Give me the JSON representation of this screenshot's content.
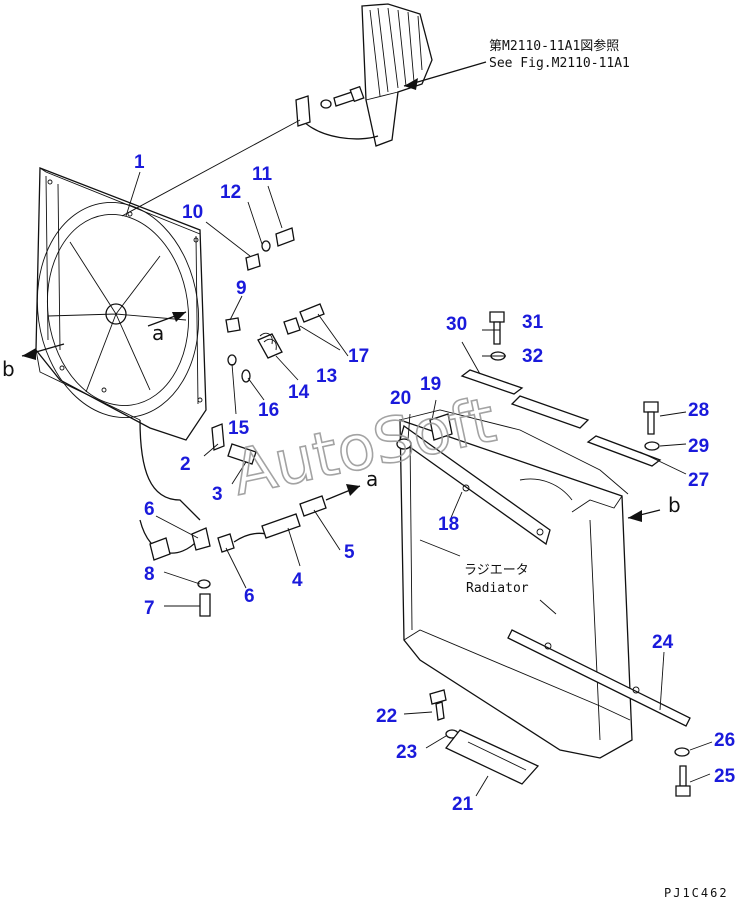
{
  "notes": {
    "ref_jp": "第M2110-11A1図参照",
    "ref_en": "See Fig.M2110-11A1",
    "radiator_jp": "ラジエータ",
    "radiator_en": "Radiator",
    "figure_code": "PJ1C462"
  },
  "watermark": "AutoSoft",
  "markers": {
    "a_fan": "a",
    "a_hose": "a",
    "b_left": "b",
    "b_right": "b"
  },
  "callouts": [
    {
      "id": "c1",
      "label": "1"
    },
    {
      "id": "c2",
      "label": "2"
    },
    {
      "id": "c3",
      "label": "3"
    },
    {
      "id": "c4",
      "label": "4"
    },
    {
      "id": "c5",
      "label": "5"
    },
    {
      "id": "c6a",
      "label": "6"
    },
    {
      "id": "c6b",
      "label": "6"
    },
    {
      "id": "c7",
      "label": "7"
    },
    {
      "id": "c8",
      "label": "8"
    },
    {
      "id": "c9",
      "label": "9"
    },
    {
      "id": "c10",
      "label": "10"
    },
    {
      "id": "c11",
      "label": "11"
    },
    {
      "id": "c12",
      "label": "12"
    },
    {
      "id": "c13",
      "label": "13"
    },
    {
      "id": "c14",
      "label": "14"
    },
    {
      "id": "c15",
      "label": "15"
    },
    {
      "id": "c16",
      "label": "16"
    },
    {
      "id": "c17",
      "label": "17"
    },
    {
      "id": "c18",
      "label": "18"
    },
    {
      "id": "c19",
      "label": "19"
    },
    {
      "id": "c20",
      "label": "20"
    },
    {
      "id": "c21",
      "label": "21"
    },
    {
      "id": "c22",
      "label": "22"
    },
    {
      "id": "c23",
      "label": "23"
    },
    {
      "id": "c24",
      "label": "24"
    },
    {
      "id": "c25",
      "label": "25"
    },
    {
      "id": "c26",
      "label": "26"
    },
    {
      "id": "c27",
      "label": "27"
    },
    {
      "id": "c28",
      "label": "28"
    },
    {
      "id": "c29",
      "label": "29"
    },
    {
      "id": "c30",
      "label": "30"
    },
    {
      "id": "c31",
      "label": "31"
    },
    {
      "id": "c32",
      "label": "32"
    }
  ]
}
